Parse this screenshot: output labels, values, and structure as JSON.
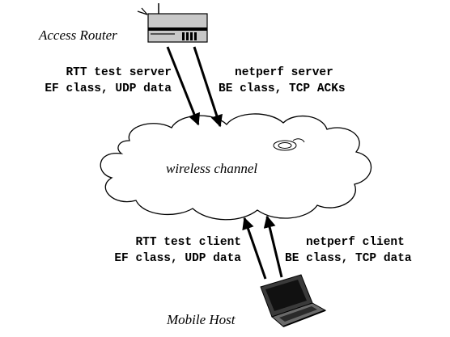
{
  "nodes": {
    "access_router": "Access Router",
    "wireless_channel": "wireless channel",
    "mobile_host": "Mobile Host"
  },
  "flows": {
    "rtt_server": {
      "line1": "RTT test server",
      "line2": "EF class, UDP data"
    },
    "netperf_server": {
      "line1": "netperf server",
      "line2": "BE class, TCP ACKs"
    },
    "rtt_client": {
      "line1": "RTT test client",
      "line2": "EF class, UDP data"
    },
    "netperf_client": {
      "line1": "netperf client",
      "line2": "BE class, TCP data"
    }
  }
}
